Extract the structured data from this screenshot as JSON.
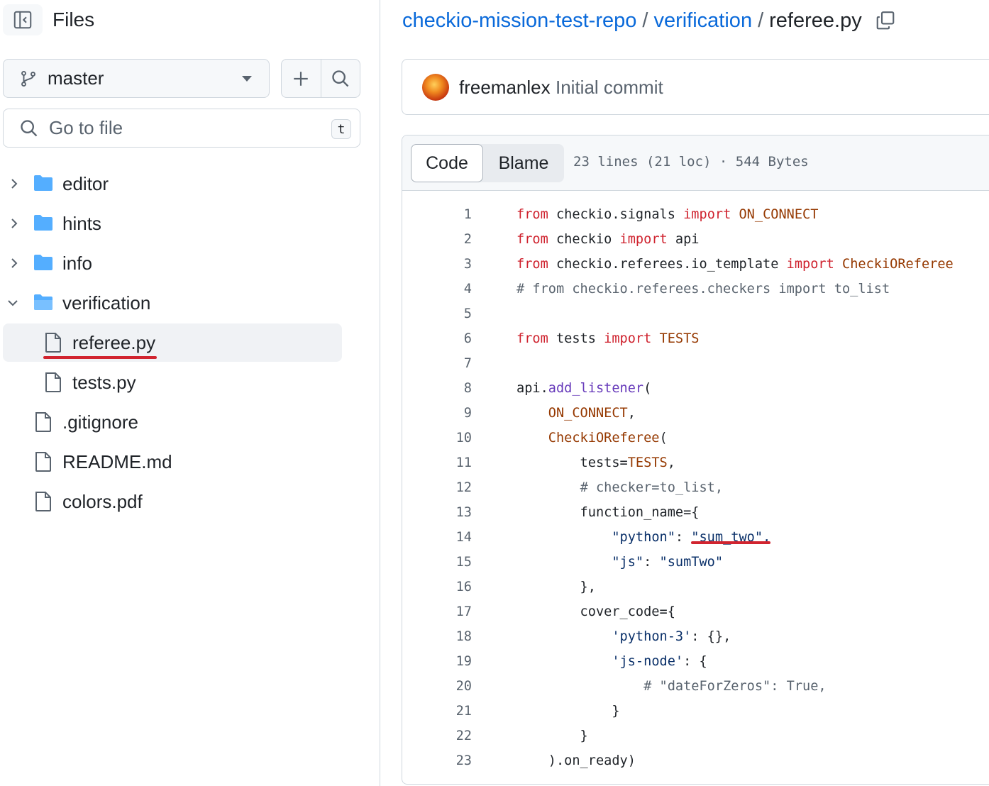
{
  "sidebar": {
    "title": "Files",
    "branch": "master",
    "goto_placeholder": "Go to file",
    "goto_shortcut": "t",
    "tree": [
      {
        "label": "editor",
        "type": "folder",
        "expanded": false,
        "depth": 0
      },
      {
        "label": "hints",
        "type": "folder",
        "expanded": false,
        "depth": 0
      },
      {
        "label": "info",
        "type": "folder",
        "expanded": false,
        "depth": 0
      },
      {
        "label": "verification",
        "type": "folder",
        "expanded": true,
        "depth": 0
      },
      {
        "label": "referee.py",
        "type": "file",
        "selected": true,
        "depth": 1
      },
      {
        "label": "tests.py",
        "type": "file",
        "depth": 1
      },
      {
        "label": ".gitignore",
        "type": "file",
        "depth": 0
      },
      {
        "label": "README.md",
        "type": "file",
        "depth": 0
      },
      {
        "label": "colors.pdf",
        "type": "file",
        "depth": 0
      }
    ]
  },
  "breadcrumb": {
    "repo": "checkio-mission-test-repo",
    "folder": "verification",
    "file": "referee.py"
  },
  "commit": {
    "author": "freemanlex",
    "message": "Initial commit"
  },
  "code_view": {
    "tabs": [
      "Code",
      "Blame"
    ],
    "active_tab": "Code",
    "meta": "23 lines (21 loc) · 544 Bytes"
  },
  "code_lines": [
    [
      [
        "k",
        "from"
      ],
      [
        "",
        "checkio.signals "
      ],
      [
        "k",
        "import"
      ],
      [
        "cn",
        "ON_CONNECT"
      ]
    ],
    [
      [
        "k",
        "from"
      ],
      [
        "",
        "checkio "
      ],
      [
        "k",
        "import"
      ],
      [
        "",
        "api"
      ]
    ],
    [
      [
        "k",
        "from"
      ],
      [
        "",
        "checkio.referees.io_template "
      ],
      [
        "k",
        "import"
      ],
      [
        "cn",
        "CheckiOReferee"
      ]
    ],
    [
      [
        "c",
        "# from checkio.referees.checkers import to_list"
      ]
    ],
    [],
    [
      [
        "k",
        "from"
      ],
      [
        "",
        "tests "
      ],
      [
        "k",
        "import"
      ],
      [
        "cn",
        "TESTS"
      ]
    ],
    [],
    [
      [
        "",
        "api."
      ],
      [
        "fn",
        "add_listener"
      ],
      [
        "",
        "("
      ]
    ],
    [
      [
        "",
        "    "
      ],
      [
        "cn",
        "ON_CONNECT"
      ],
      [
        "",
        ","
      ]
    ],
    [
      [
        "",
        "    "
      ],
      [
        "cn",
        "CheckiOReferee"
      ],
      [
        "",
        "("
      ]
    ],
    [
      [
        "",
        "        tests="
      ],
      [
        "cn",
        "TESTS"
      ],
      [
        "",
        ","
      ]
    ],
    [
      [
        "",
        "        "
      ],
      [
        "c",
        "# checker=to_list,"
      ]
    ],
    [
      [
        "",
        "        function_name={"
      ]
    ],
    [
      [
        "",
        "            "
      ],
      [
        "s",
        "\"python\""
      ],
      [
        "",
        ": "
      ],
      [
        "su",
        "\"sum_two\","
      ]
    ],
    [
      [
        "",
        "            "
      ],
      [
        "s",
        "\"js\""
      ],
      [
        "",
        ": "
      ],
      [
        "s",
        "\"sumTwo\""
      ]
    ],
    [
      [
        "",
        "        },"
      ]
    ],
    [
      [
        "",
        "        cover_code={"
      ]
    ],
    [
      [
        "",
        "            "
      ],
      [
        "s",
        "'python-3'"
      ],
      [
        "",
        ": {},"
      ]
    ],
    [
      [
        "",
        "            "
      ],
      [
        "s",
        "'js-node'"
      ],
      [
        "",
        ": {"
      ]
    ],
    [
      [
        "",
        "                "
      ],
      [
        "c",
        "# \"dateForZeros\": True,"
      ]
    ],
    [
      [
        "",
        "            }"
      ]
    ],
    [
      [
        "",
        "        }"
      ]
    ],
    [
      [
        "",
        "    ).on_ready)"
      ]
    ]
  ],
  "colors": {
    "link": "#0969da",
    "keyword": "#cf222e",
    "constant": "#953800",
    "function": "#6639ba",
    "string": "#0a3069",
    "comment": "#59636e",
    "annotation_underline": "#d1242f",
    "folder_icon": "#54aeff"
  },
  "icons": {
    "collapse_sidebar": "sidebar-collapse-icon",
    "branch": "git-branch-icon",
    "add": "plus-icon",
    "search": "search-icon",
    "copy": "copy-icon"
  }
}
